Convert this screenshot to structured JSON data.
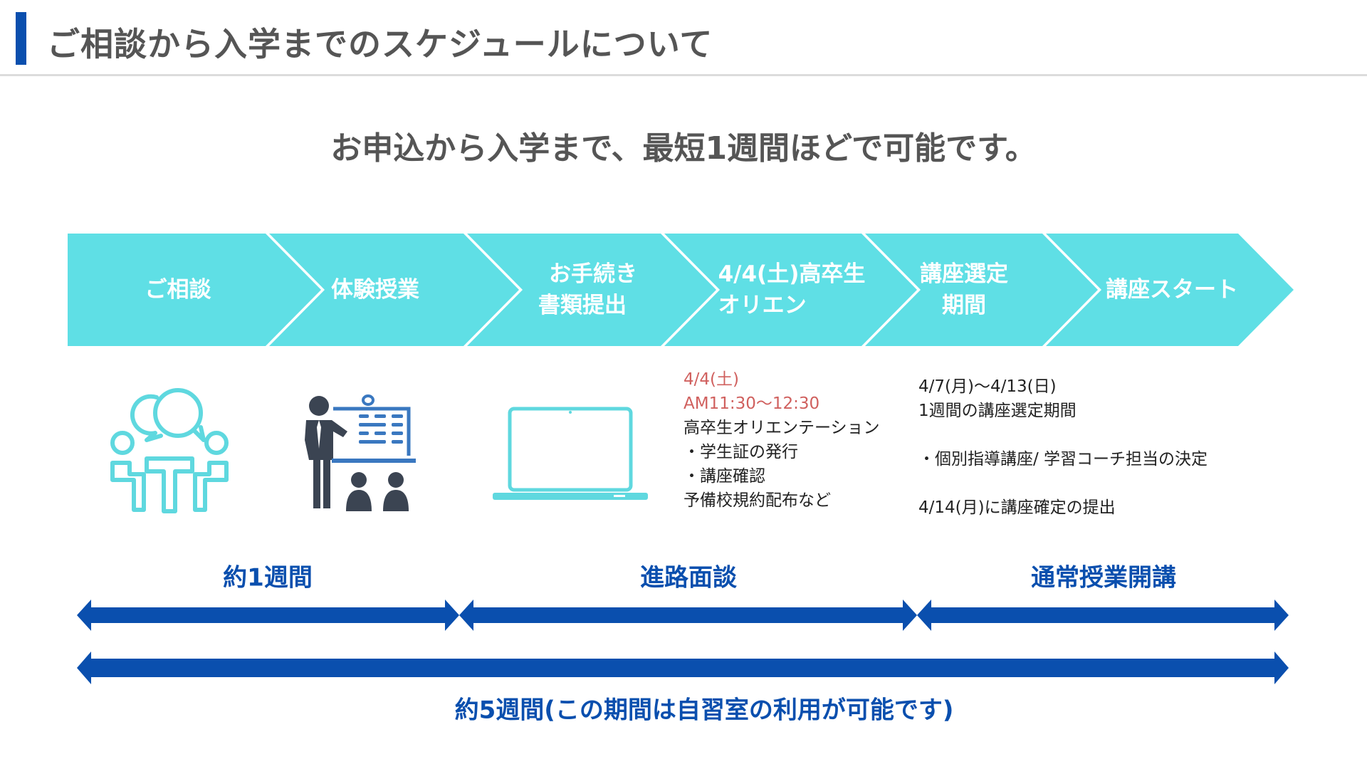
{
  "header": {
    "title": "ご相談から入学までのスケジュールについて"
  },
  "subtitle": "お申込から入学まで、最短1週間ほどで可能です。",
  "steps": [
    {
      "line1": "ご相談",
      "line2": ""
    },
    {
      "line1": "体験授業",
      "line2": ""
    },
    {
      "line1": "お手続き",
      "line2": "書類提出"
    },
    {
      "line1": "4/4(土)高卒生",
      "line2": "オリエン"
    },
    {
      "line1": "講座選定",
      "line2": "期間"
    },
    {
      "line1": "講座スタート",
      "line2": ""
    }
  ],
  "icons": [
    "meeting-icon",
    "presentation-icon",
    "laptop-icon"
  ],
  "orientation_details": {
    "date": "4/4(土)",
    "time": "AM11:30〜12:30",
    "lines": [
      "高卒生オリエンテーション",
      "・学生証の発行",
      "・講座確認",
      "予備校規約配布など"
    ]
  },
  "selection_details": {
    "period": "4/7(月)〜4/13(日)",
    "summary": "1週間の講座選定期間",
    "decision": "・個別指導講座/ 学習コーチ担当の決定",
    "deadline": "4/14(月)に講座確定の提出"
  },
  "periods": [
    {
      "label": "約1週間"
    },
    {
      "label": "進路面談"
    },
    {
      "label": "通常授業開講"
    }
  ],
  "total_period": "約5週間(この期間は自習室の利用が可能です)",
  "colors": {
    "accent": "#0a4fae",
    "chevron": "#5fdfe5",
    "heading_text": "#555555",
    "highlight_red": "#d0605e"
  }
}
